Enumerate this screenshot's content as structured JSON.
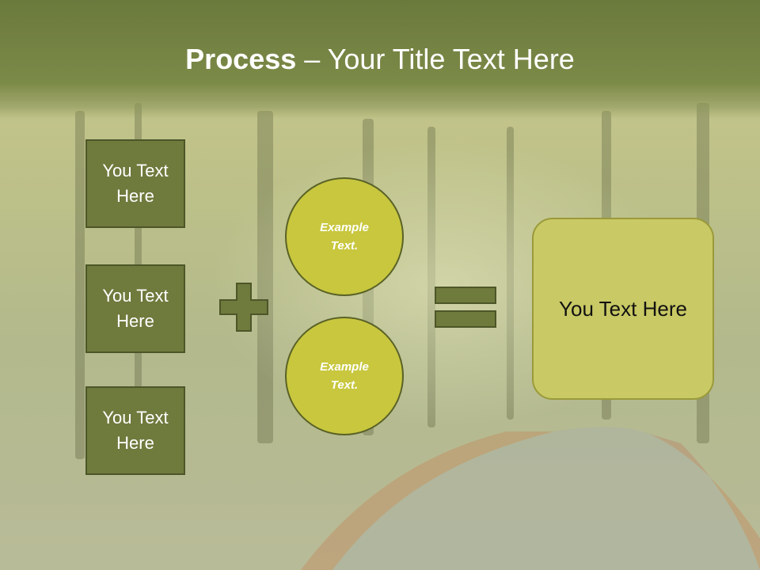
{
  "title": {
    "bold": "Process",
    "rest": " – Your Title Text Here"
  },
  "left_boxes": [
    {
      "label": "You Text Here"
    },
    {
      "label": "You Text Here"
    },
    {
      "label": "You Text Here"
    }
  ],
  "circles": [
    {
      "label": "Example Text."
    },
    {
      "label": "Example Text."
    }
  ],
  "result": {
    "label": "You Text Here"
  },
  "colors": {
    "title_band": "#7c8a48",
    "box_fill": "#6f7a3d",
    "circle_fill": "#c8c73e",
    "result_fill": "#c9c965",
    "symbol_fill": "#6f7a3d"
  }
}
